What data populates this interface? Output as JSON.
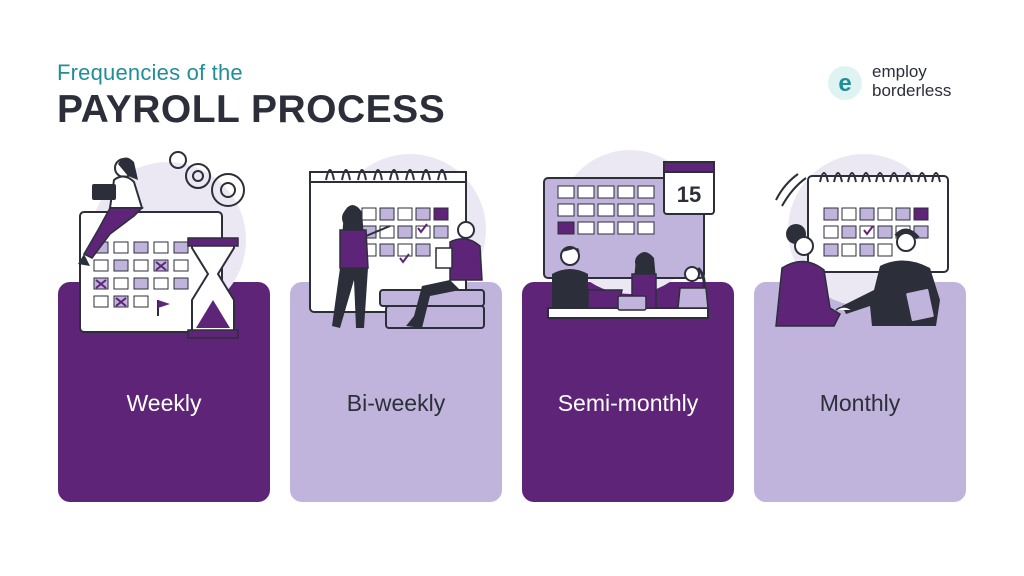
{
  "header": {
    "subtitle": "Frequencies of the",
    "title": "PAYROLL PROCESS"
  },
  "logo": {
    "line1": "employ",
    "line2": "borderless",
    "mark_letter": "e"
  },
  "calendar_number": "15",
  "cards": [
    {
      "label": "Weekly",
      "icon": "calendar-hourglass-icon"
    },
    {
      "label": "Bi-weekly",
      "icon": "calendar-people-icon"
    },
    {
      "label": "Semi-monthly",
      "icon": "calendar-team-icon"
    },
    {
      "label": "Monthly",
      "icon": "calendar-handshake-icon"
    }
  ],
  "colors": {
    "dark_purple": "#5e2478",
    "light_purple": "#c1b4dc",
    "teal": "#1f8f95",
    "text_dark": "#2c2f3a"
  }
}
